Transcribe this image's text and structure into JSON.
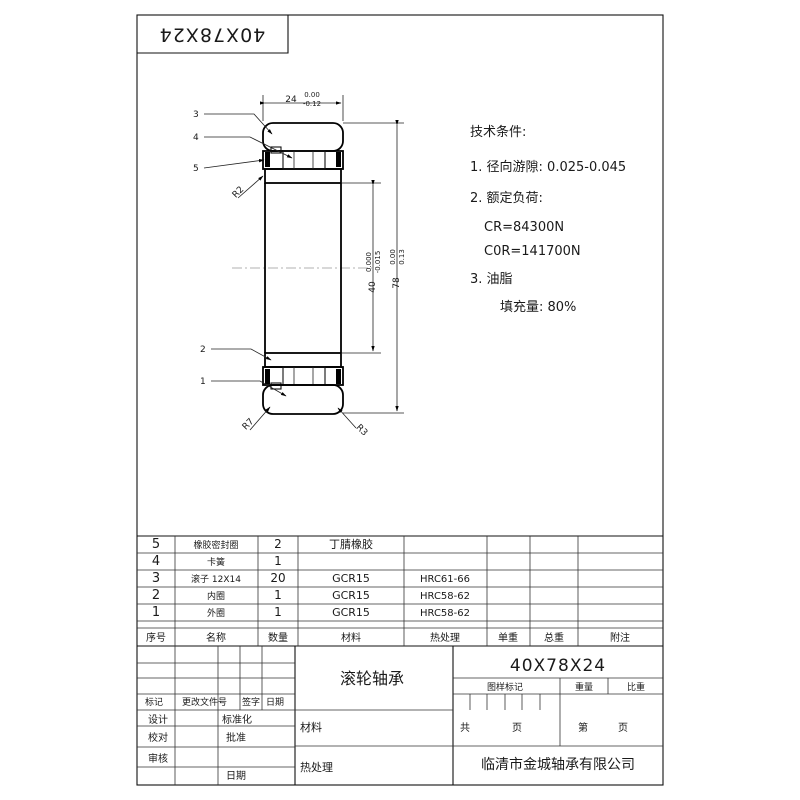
{
  "drawing": {
    "stamp_code": "40X78X24",
    "dims": {
      "width_nominal": "24",
      "width_upper": "0.00",
      "width_lower": "-0.12",
      "bore_nominal": "40",
      "bore_upper": "0.000",
      "bore_lower": "-0.015",
      "od_nominal": "78",
      "od_upper": "0.00",
      "od_lower": "0.13",
      "radius_top": "R2",
      "radius_bottom_left": "R7",
      "radius_bottom_right": "R3"
    },
    "leaders": [
      "3",
      "4",
      "5",
      "2",
      "1"
    ]
  },
  "notes": {
    "title": "技术条件:",
    "items": [
      "1. 径向游隙: 0.025-0.045",
      "2. 额定负荷:",
      "CR=84300N",
      "C0R=141700N",
      "3.   油脂",
      "填充量: 80%"
    ]
  },
  "bom": {
    "header": [
      "序号",
      "名称",
      "数量",
      "材料",
      "热处理",
      "单重",
      "总重",
      "附注"
    ],
    "rows": [
      [
        "5",
        "橡胶密封圈",
        "2",
        "丁腈橡胶",
        "",
        "",
        "",
        ""
      ],
      [
        "4",
        "卡簧",
        "1",
        "",
        "",
        "",
        "",
        ""
      ],
      [
        "3",
        "滚子 12X14",
        "20",
        "GCR15",
        "HRC61-66",
        "",
        "",
        ""
      ],
      [
        "2",
        "内圈",
        "1",
        "GCR15",
        "HRC58-62",
        "",
        "",
        ""
      ],
      [
        "1",
        "外圈",
        "1",
        "GCR15",
        "HRC58-62",
        "",
        "",
        ""
      ]
    ]
  },
  "titleblock": {
    "revision_labels": [
      "标记",
      "更改文件号",
      "签字",
      "日期"
    ],
    "sign_left": [
      "设计",
      "校对",
      "审核"
    ],
    "sign_right": [
      "标准化",
      "批准",
      "日期"
    ],
    "product_name": "滚轮轴承",
    "material_label": "材料",
    "heat_label": "热处理",
    "drawing_no": "40X78X24",
    "header_labels": [
      "图样标记",
      "重量",
      "比重"
    ],
    "sheet_total": "共",
    "sheet_unit": "页",
    "sheet_no": "第",
    "sheet_unit_2": "页",
    "company": "临清市金城轴承有限公司"
  }
}
